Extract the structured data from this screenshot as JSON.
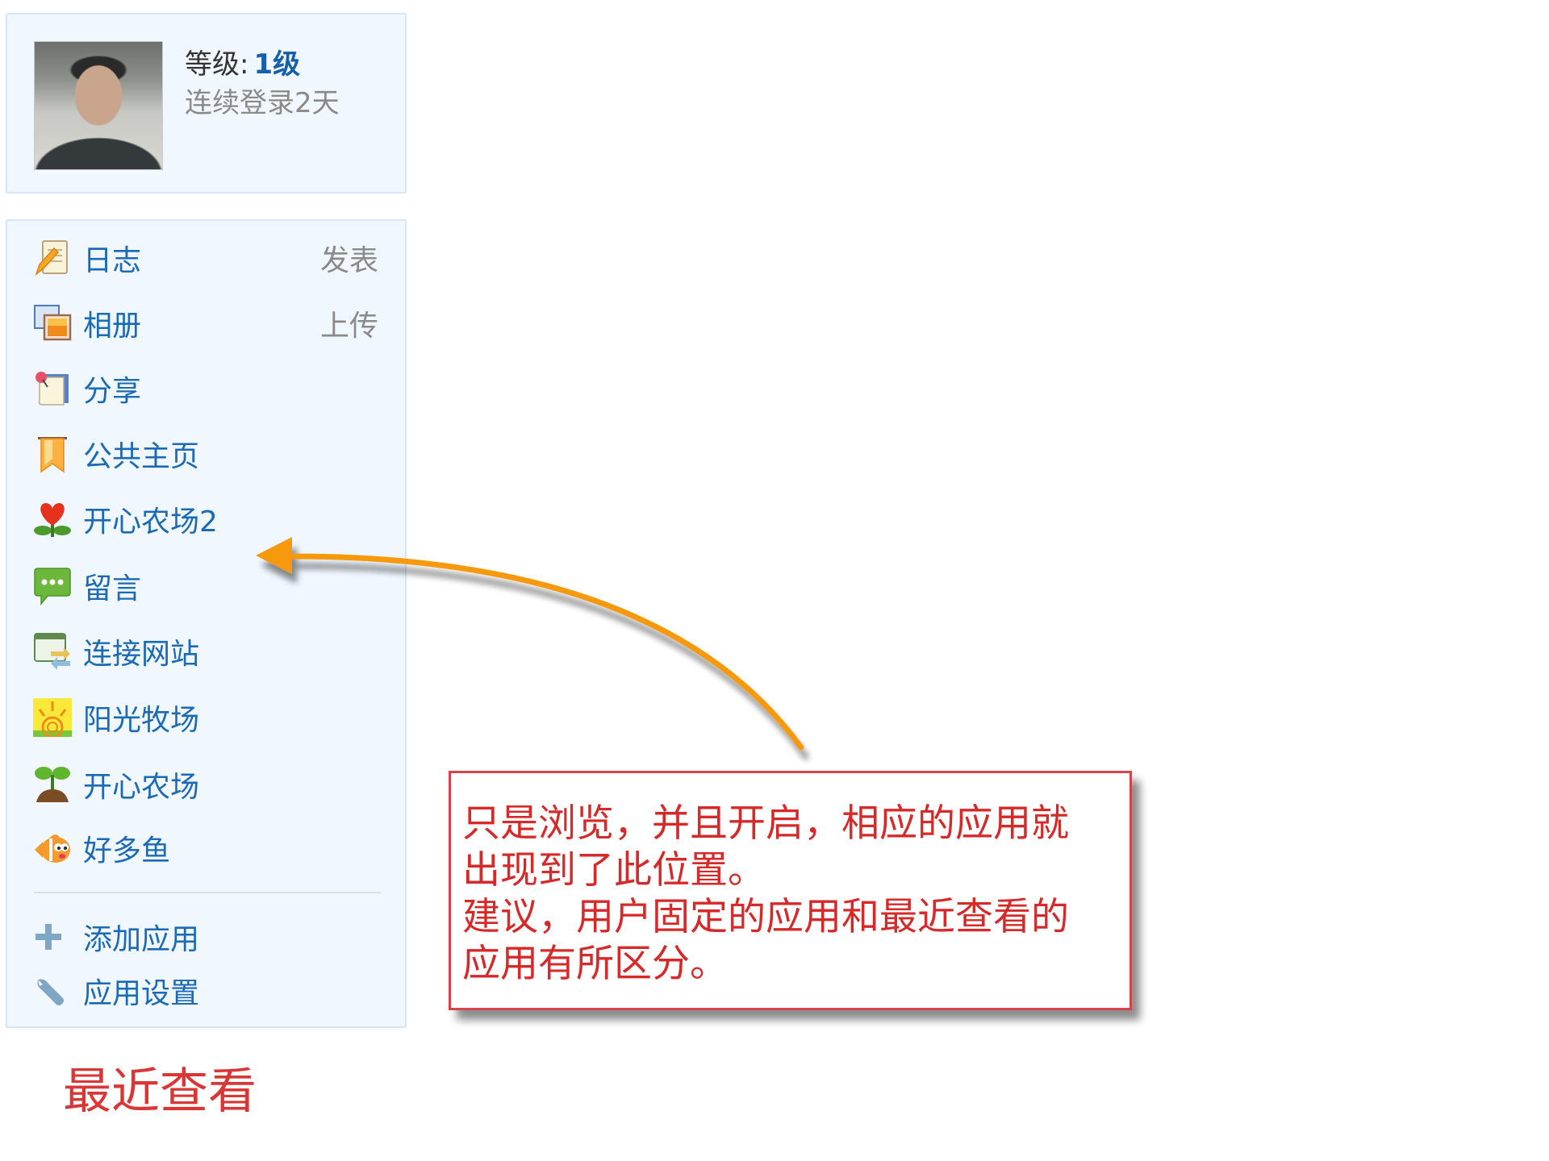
{
  "profile": {
    "avatar_alt": "user-avatar",
    "level_label": "等级:",
    "level_value": "1级",
    "login_streak": "连续登录2天"
  },
  "apps": {
    "items": [
      {
        "label": "日志",
        "icon": "diary-icon",
        "action": "发表"
      },
      {
        "label": "相册",
        "icon": "photo-album-icon",
        "action": "上传"
      },
      {
        "label": "分享",
        "icon": "share-icon",
        "action": ""
      },
      {
        "label": "公共主页",
        "icon": "bookmark-icon",
        "action": ""
      },
      {
        "label": "开心农场2",
        "icon": "heart-flower-icon",
        "action": ""
      },
      {
        "label": "留言",
        "icon": "speech-bubble-icon",
        "action": ""
      },
      {
        "label": "连接网站",
        "icon": "connect-website-icon",
        "action": ""
      },
      {
        "label": "阳光牧场",
        "icon": "sun-icon",
        "action": ""
      },
      {
        "label": "开心农场",
        "icon": "sprout-icon",
        "action": ""
      },
      {
        "label": "好多鱼",
        "icon": "fish-icon",
        "action": ""
      }
    ],
    "tools": [
      {
        "label": "添加应用",
        "icon": "plus-icon"
      },
      {
        "label": "应用设置",
        "icon": "wrench-icon"
      }
    ]
  },
  "annotation": {
    "caption": "最近查看",
    "callout_lines": [
      "只是浏览，并且开启，相应的应用就",
      "出现到了此位置。",
      "建议，用户固定的应用和最近查看的",
      "应用有所区分。"
    ],
    "arrow_color": "#f7990f",
    "callout_color": "#d62a2a"
  },
  "colors": {
    "link_blue": "#1b6ab6",
    "panel_bg": "#f0f7fe",
    "panel_border": "#d6e6f5",
    "muted_gray": "#8a8a8a"
  }
}
